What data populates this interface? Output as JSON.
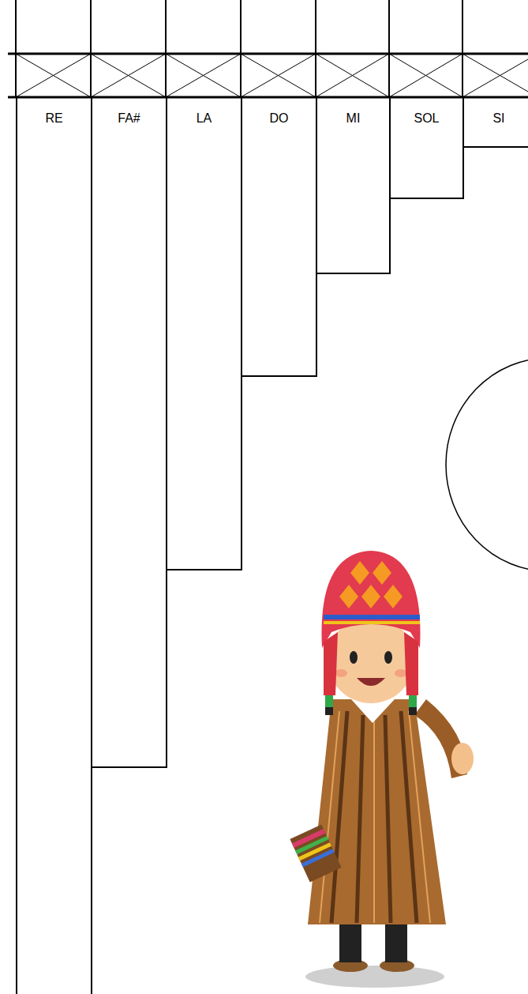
{
  "diagram": {
    "nodes": [
      {
        "text": [
          "RE"
        ]
      },
      {
        "text": [
          "FA#"
        ]
      },
      {
        "text": [
          "LA"
        ]
      },
      {
        "text": [
          "DO"
        ]
      },
      {
        "text": [
          "MI"
        ]
      },
      {
        "text": [
          "SOL"
        ]
      },
      {
        "text": [
          "SI"
        ]
      }
    ]
  }
}
